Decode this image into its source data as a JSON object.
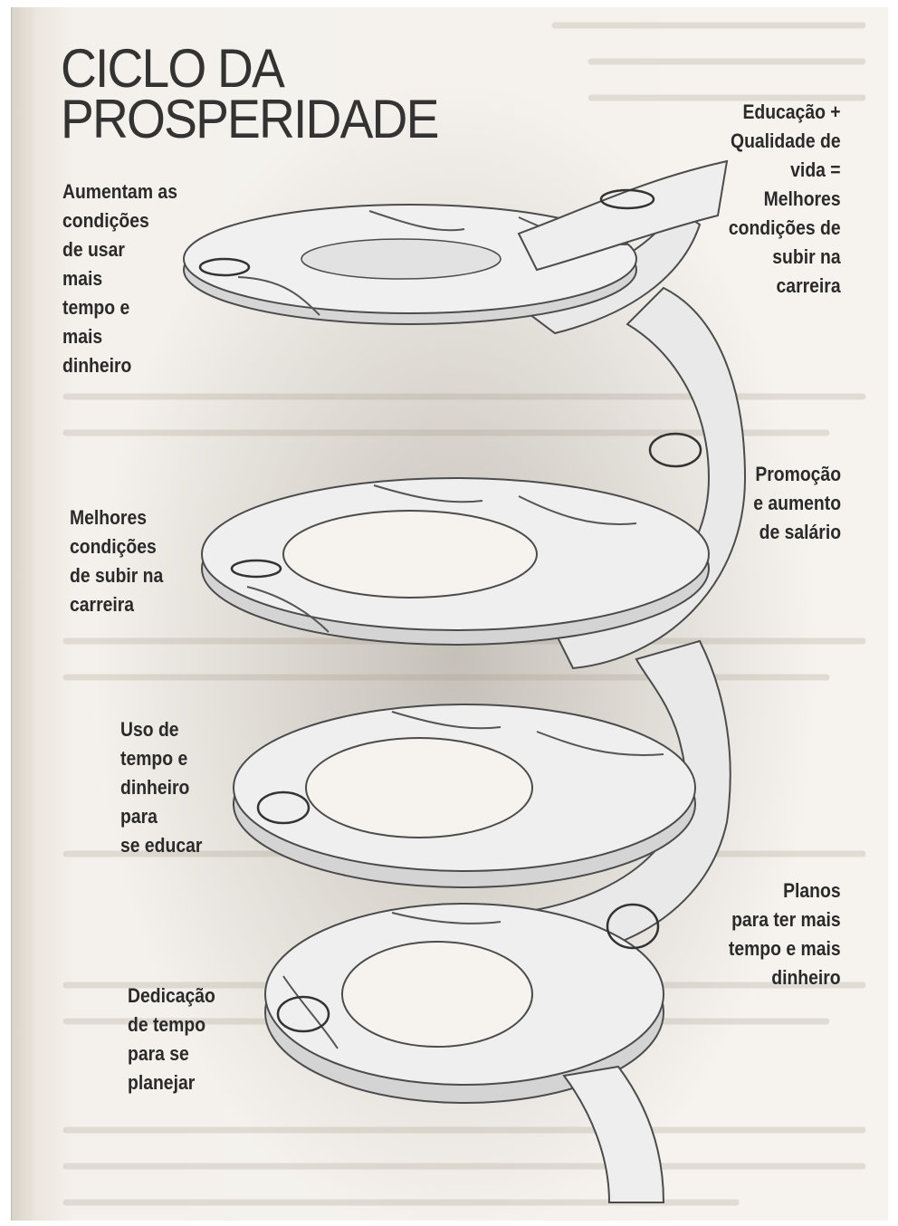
{
  "title_lines": [
    "CICLO DA",
    "PROSPERIDADE"
  ],
  "labels": {
    "top_left": [
      "Aumentam as",
      "condições",
      "de usar",
      "mais",
      "tempo e",
      "mais",
      "dinheiro"
    ],
    "top_right": [
      "Educação +",
      "Qualidade de",
      "vida =",
      "Melhores",
      "condições de",
      "subir na",
      "carreira"
    ],
    "mid_right": [
      "Promoção",
      "e aumento",
      "de salário"
    ],
    "mid_left": [
      "Melhores",
      "condições",
      "de subir na",
      "carreira"
    ],
    "lower_left": [
      "Uso de",
      "tempo e",
      "dinheiro",
      "para",
      "se educar"
    ],
    "lower_right": [
      "Planos",
      "para ter mais",
      "tempo e mais",
      "dinheiro"
    ],
    "bottom_left": [
      "Dedicação",
      "de tempo",
      "para se",
      "planejar"
    ]
  },
  "colors": {
    "ink": "#2a2a2a",
    "ribbon_top": "#efefef",
    "ribbon_edge": "#d8d8d8",
    "ribbon_line": "#555555",
    "shadow": "#b9b2a8"
  }
}
